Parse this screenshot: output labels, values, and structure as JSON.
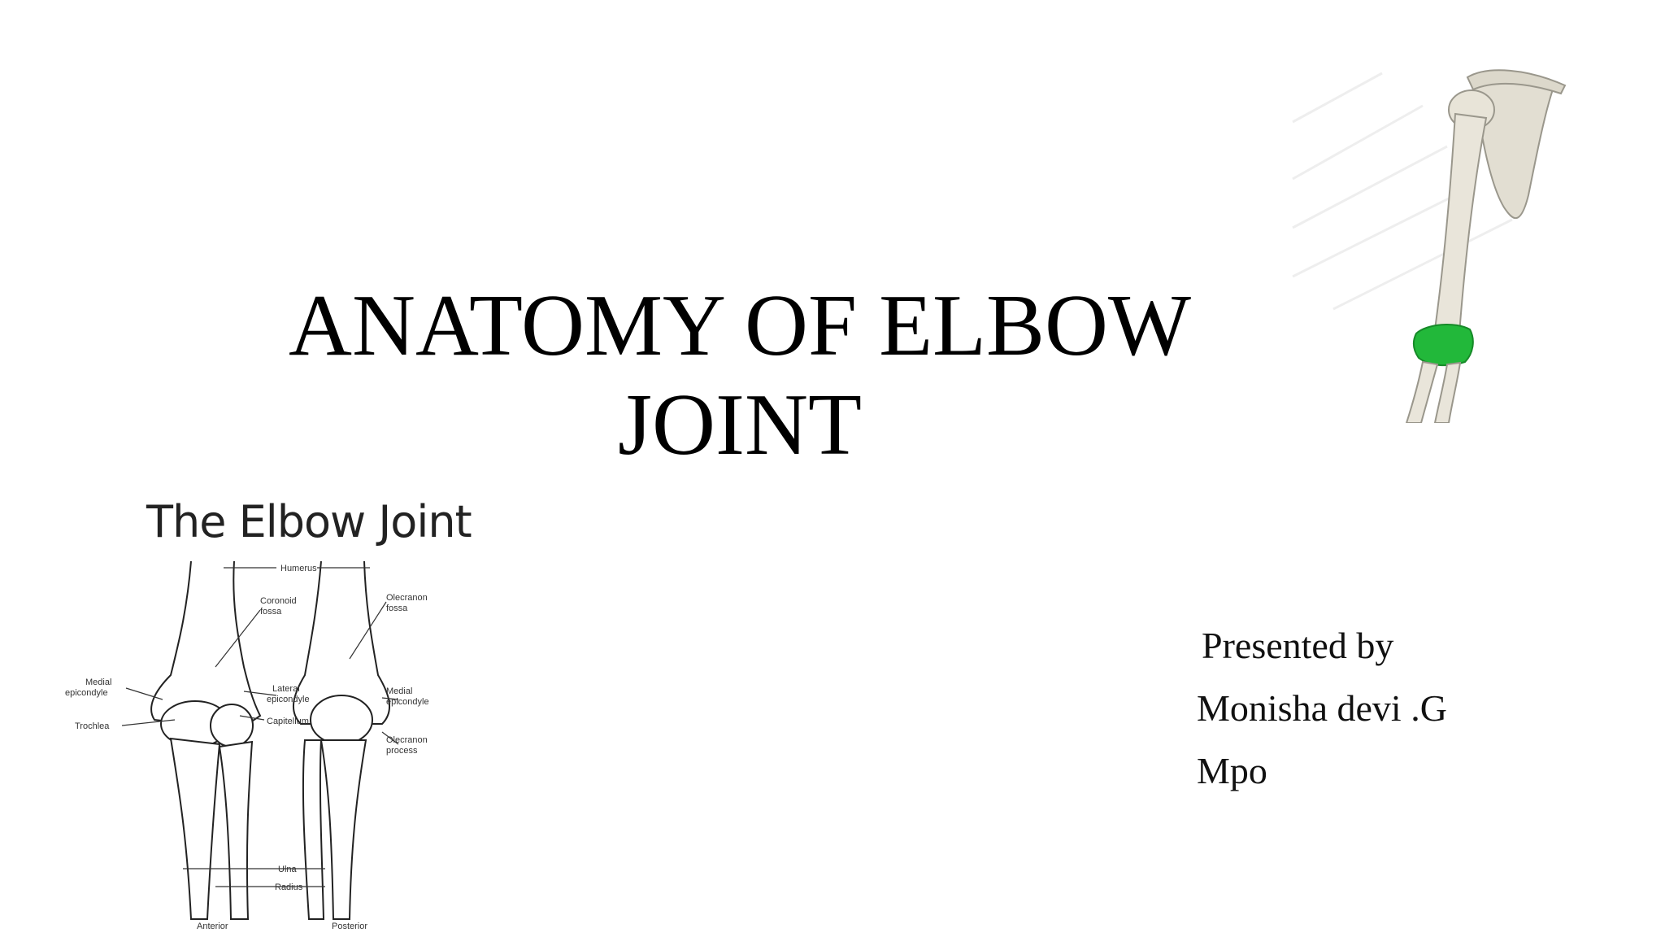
{
  "slide": {
    "title_line1": "ANATOMY OF ELBOW",
    "title_line2": "JOINT",
    "presenter": {
      "line1": "Presented by",
      "line2": "Monisha devi .G",
      "line3": "Mpo"
    }
  },
  "diagram": {
    "title": "The Elbow Joint",
    "labels": {
      "humerus": "Humerus",
      "coronoid_fossa_1": "Coronoid",
      "coronoid_fossa_2": "fossa",
      "medial_epicondyle_left_1": "Medial",
      "medial_epicondyle_left_2": "epicondyle",
      "lateral_epicondyle_1": "Lateral",
      "lateral_epicondyle_2": "epicondyle",
      "trochlea": "Trochlea",
      "capitellum": "Capitellum",
      "olecranon_fossa_1": "Olecranon",
      "olecranon_fossa_2": "fossa",
      "medial_epicondyle_right_1": "Medial",
      "medial_epicondyle_right_2": "epicondyle",
      "olecranon_process_1": "Olecranon",
      "olecranon_process_2": "process",
      "ulna": "Ulna",
      "radius": "Radius",
      "anterior": "Anterior",
      "posterior": "Posterior"
    }
  },
  "colors": {
    "background": "#ffffff",
    "text": "#000000",
    "elbow_highlight": "#22b83a",
    "bone": "#e6e2d6"
  },
  "icons": {
    "diagram": "elbow-joint-diagram",
    "arm": "arm-skeleton-illustration"
  }
}
